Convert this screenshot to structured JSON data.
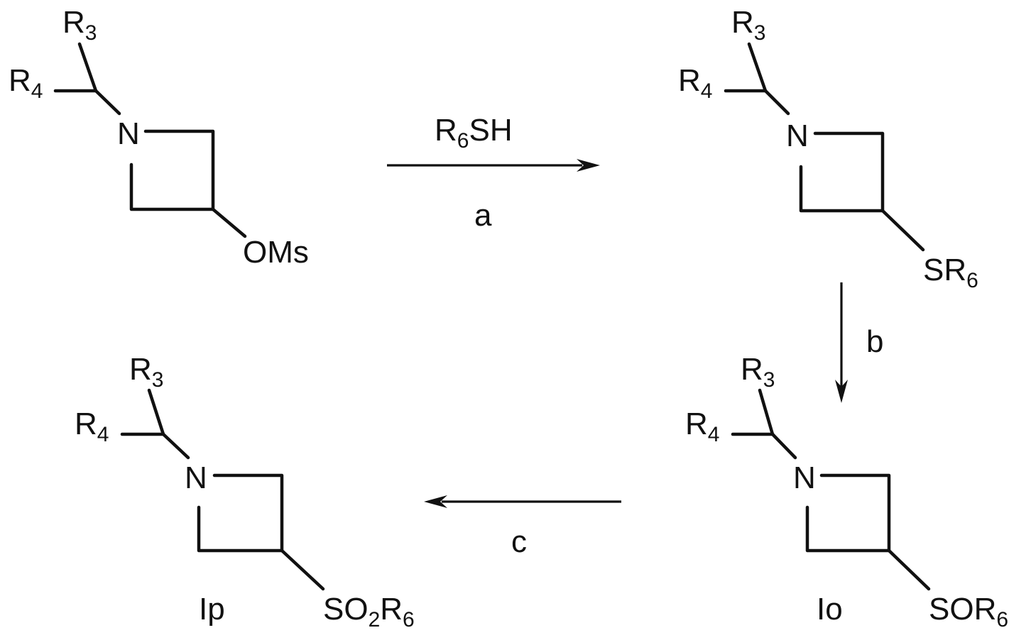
{
  "scheme": {
    "start": {
      "r3": "R",
      "r3_sub": "3",
      "r4": "R",
      "r4_sub": "4",
      "n": "N",
      "group": "OMs"
    },
    "top_right": {
      "r3": "R",
      "r3_sub": "3",
      "r4": "R",
      "r4_sub": "4",
      "n": "N",
      "group_a": "SR",
      "group_sub": "6"
    },
    "bottom_right": {
      "r3": "R",
      "r3_sub": "3",
      "r4": "R",
      "r4_sub": "4",
      "n": "N",
      "group_a": "SOR",
      "group_sub": "6",
      "compound_label": "Io"
    },
    "bottom_left": {
      "r3": "R",
      "r3_sub": "3",
      "r4": "R",
      "r4_sub": "4",
      "n": "N",
      "group_a": "SO",
      "group_sub1": "2",
      "group_b": "R",
      "group_sub2": "6",
      "compound_label": "Ip"
    },
    "step_a": {
      "reagent": "R",
      "reagent_sub": "6",
      "reagent_tail": "SH",
      "label": "a"
    },
    "step_b": {
      "label": "b"
    },
    "step_c": {
      "label": "c"
    }
  }
}
